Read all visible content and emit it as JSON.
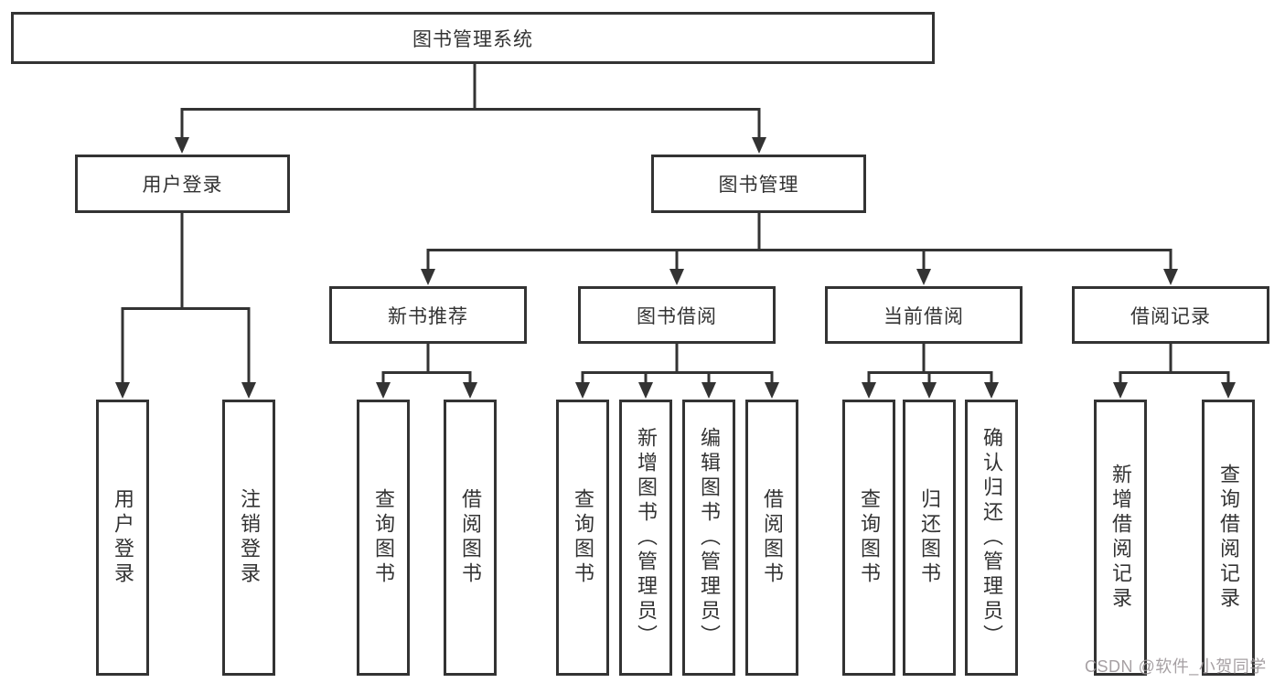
{
  "diagram": {
    "title": "图书管理系统",
    "level2": [
      {
        "label": "用户登录"
      },
      {
        "label": "图书管理"
      }
    ],
    "level3": [
      {
        "label": "新书推荐",
        "parent": "图书管理"
      },
      {
        "label": "图书借阅",
        "parent": "图书管理"
      },
      {
        "label": "当前借阅",
        "parent": "图书管理"
      },
      {
        "label": "借阅记录",
        "parent": "图书管理"
      }
    ],
    "leaves": [
      {
        "label": "用户登录",
        "parent": "用户登录"
      },
      {
        "label": "注销登录",
        "parent": "用户登录"
      },
      {
        "label": "查询图书",
        "parent": "新书推荐"
      },
      {
        "label": "借阅图书",
        "parent": "新书推荐"
      },
      {
        "label": "查询图书",
        "parent": "图书借阅"
      },
      {
        "label": "新增图书（管理员）",
        "parent": "图书借阅"
      },
      {
        "label": "编辑图书（管理员）",
        "parent": "图书借阅"
      },
      {
        "label": "借阅图书",
        "parent": "图书借阅"
      },
      {
        "label": "查询图书",
        "parent": "当前借阅"
      },
      {
        "label": "归还图书",
        "parent": "当前借阅"
      },
      {
        "label": "确认归还（管理员）",
        "parent": "当前借阅"
      },
      {
        "label": "新增借阅记录",
        "parent": "借阅记录"
      },
      {
        "label": "查询借阅记录",
        "parent": "借阅记录"
      }
    ]
  },
  "watermark": "CSDN @软件_小贺同学",
  "colors": {
    "line": "#333333",
    "box_border": "#333333",
    "text": "#333333",
    "background": "#ffffff",
    "watermark": "#9e989b"
  }
}
